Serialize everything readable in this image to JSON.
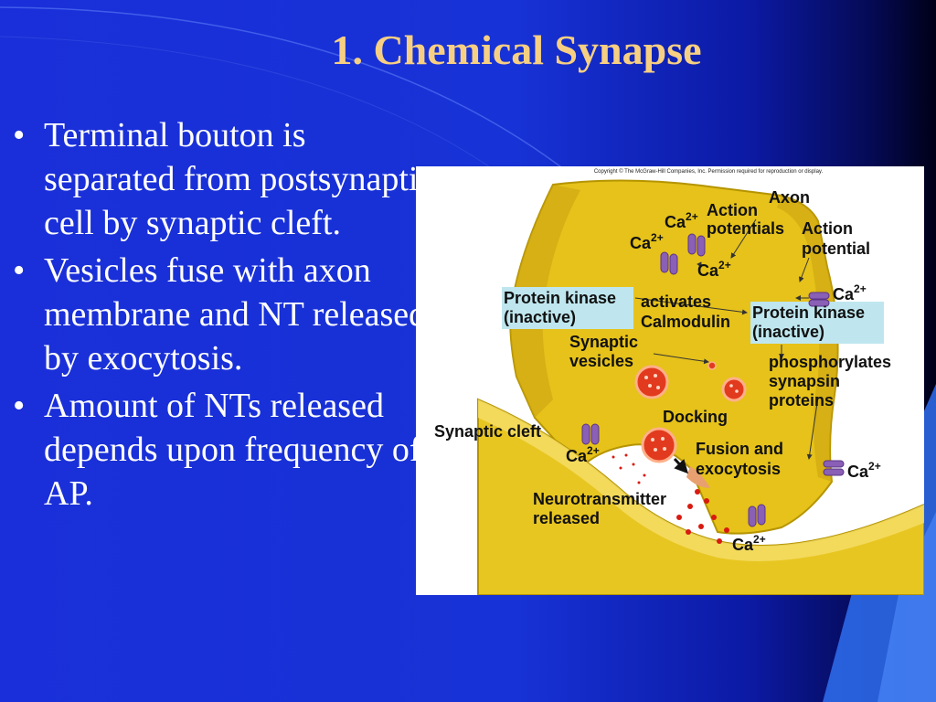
{
  "slide": {
    "title": "1. Chemical Synapse",
    "bullet_glyph": "•",
    "bullets": [
      "Terminal bouton is separated from postsynaptic cell by synaptic cleft.",
      "Vesicles fuse with axon membrane and NT released by exocytosis.",
      "Amount of NTs released depends upon frequency of AP."
    ]
  },
  "figure": {
    "copyright": "Copyright © The McGraw-Hill Companies, Inc. Permission required for reproduction or display.",
    "labels": {
      "axon": "Axon",
      "action_potentials_1": "Action",
      "action_potentials_2": "potentials",
      "action_potential_1": "Action",
      "action_potential_2": "potential",
      "ca": "Ca",
      "charge": "2+",
      "protein_kinase_left_1": "Protein kinase",
      "protein_kinase_left_2": "(inactive)",
      "activates_1": "activates",
      "activates_2": "Calmodulin",
      "protein_kinase_right_1": "Protein kinase",
      "protein_kinase_right_2": "(inactive)",
      "synaptic_vesicles_1": "Synaptic",
      "synaptic_vesicles_2": "vesicles",
      "phosphorylates_1": "phosphorylates",
      "phosphorylates_2": "synapsin",
      "phosphorylates_3": "proteins",
      "docking": "Docking",
      "synaptic_cleft": "Synaptic cleft",
      "fusion_1": "Fusion and",
      "fusion_2": "exocytosis",
      "nt_released_1": "Neurotransmitter",
      "nt_released_2": "released"
    }
  },
  "colors": {
    "background_blue": "#1a2fd9",
    "title_gold": "#f7cf82",
    "bouton_yellow": "#e6c21a",
    "label_box": "#bfe6ee",
    "channel_purple": "#8a5fb6",
    "vesicle_red": "#e23a1e"
  }
}
